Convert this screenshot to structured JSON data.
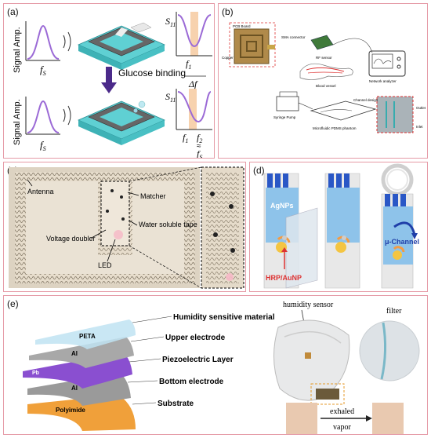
{
  "panel_a": {
    "label": "(a)",
    "signal_amp": "Signal Amp.",
    "fs": "f",
    "fs_sub": "S",
    "s11": "S",
    "s11_sub": "11",
    "f1": "f",
    "f1_sub": "1",
    "delta_f": "Δf",
    "arrow_text": "Glucose binding",
    "f2": "f",
    "f2_sub": "2",
    "approx": "≈"
  },
  "panel_b": {
    "label": "(b)",
    "pcb_board": "PCB Board",
    "copper": "Copper",
    "sma_connector": "SMA connector",
    "rf_sensor": "RF sensor",
    "network_analyzer": "Network analyzer",
    "blood_vessel": "Blood vessel",
    "syringe_pump": "Syringe Pump",
    "phantom": "Microfluidic PDMS phantom",
    "channel_design": "Channel design",
    "outlet": "Outlet",
    "inlet": "Inlet"
  },
  "panel_c": {
    "label": "(c)",
    "antenna": "Antenna",
    "matcher": "Matcher",
    "voltage_doubler": "Voltage doubler",
    "water_tape": "Water soluble tape",
    "led": "LED"
  },
  "panel_d": {
    "label": "(d)",
    "agnps": "AgNPs",
    "hrp": "HRP/AuNP",
    "channel": "μ-Channel"
  },
  "panel_e": {
    "label": "(e)",
    "peta": "PETA",
    "al_top": "Al",
    "pzt": "Pb",
    "al_bottom": "Al",
    "polyimide": "Polyimide",
    "humidity_material": "Humidity sensitive material",
    "upper_electrode": "Upper electrode",
    "piezo_layer": "Piezoelectric Layer",
    "bottom_electrode": "Bottom electrode",
    "substrate": "Substrate",
    "humidity_sensor": "humidity sensor",
    "filter": "filter",
    "exhaled": "exhaled",
    "vapor": "vapor"
  },
  "colors": {
    "border": "#e59aa6",
    "cyan": "#5fd0d3",
    "arrow_purple": "#4b2a8a",
    "peak_purple": "#8a4fd0",
    "band_orange": "#f5c79a"
  }
}
